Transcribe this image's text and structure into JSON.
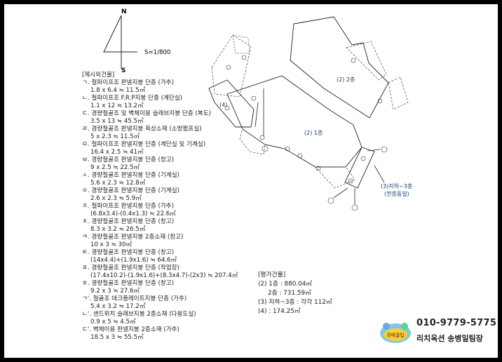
{
  "compass": {
    "north": "N",
    "south": "S"
  },
  "scale": "S=1/800",
  "extra_title": "[제시외건물]",
  "extra_items": [
    {
      "h": "ㄱ. 철파이프조 판넬지붕 단층 (가추)",
      "v": "1.8 x 6.4 ≒ 11.5㎡"
    },
    {
      "h": "ㄴ. 철파이프조 F.R.P지붕 단층 (계단실)",
      "v": "1.1 x 12 ≒ 13.2㎡"
    },
    {
      "h": "ㄷ. 경량철골조 및 벽체이용 슬래브지붕 단층 (복도)",
      "v": "3.5 x 13 ≒ 45.5㎡"
    },
    {
      "h": "ㄹ. 경량철골조 판넬지붕 옥상소재 (소방펌프실)",
      "v": "5 x 2.3 ≒ 11.5㎡"
    },
    {
      "h": "ㅁ. 철파이프조 판넬지붕 단층 (계단실 및 기계실)",
      "v": "16.4 x 2.5 ≒ 41㎡"
    },
    {
      "h": "ㅂ. 경량철골조 판넬지붕 단층 (창고)",
      "v": "9 x 2.5 ≒ 22.5㎡"
    },
    {
      "h": "ㅅ. 경량철골조 판넬지붕 단층 (기계실)",
      "v": "5.6 x 2.3 ≒ 12.8㎡"
    },
    {
      "h": "ㅇ. 경량철골조 판넬지붕 단층 (기계실)",
      "v": "2.6 x 2.3 ≒ 5.9㎡"
    },
    {
      "h": "ㅈ. 철파이프조 판넬지붕 단층 (가추)",
      "v": "(6.8x3.4)-(0.4x1.3) ≒ 22.6㎡"
    },
    {
      "h": "ㅊ. 경량철골조 판넬지붕 단층 (창고)",
      "v": "8.3 x 3.2 ≒ 26.5㎡"
    },
    {
      "h": "ㅋ. 경량철골조 판넬지붕 2층소재 (창고)",
      "v": "10 x 3 ≒ 30㎡"
    },
    {
      "h": "ㅌ. 경량철골조 판넬지붕 단층 (창고)",
      "v": "(14x4.4)+(1.9x1.6) ≒ 64.6㎡"
    },
    {
      "h": "ㅍ. 경량철골조 판넬지붕 단층 (작업장)",
      "v": "(17.4x10.2)-(1.9x1.6)+(8.3x4.7)-(2x3) ≒ 207.4㎡"
    },
    {
      "h": "ㅎ. 경량철골조 판넬지붕 단층 (창고)",
      "v": "9.2 x 3 ≒ 27.6㎡"
    },
    {
      "h": "ㄱ'. 철골조 데크플레이트지붕 단층 (가추)",
      "v": "5.4 x 3.2 ≒ 17.2㎡"
    },
    {
      "h": "ㄴ'. 샌드위치 슬래브지붕 2층소재 (다용도실)",
      "v": "0.9 x 5 ≒ 4.5㎡"
    },
    {
      "h": "ㄷ'. 벽체이용 판넬지붕 2층소재 (가추)",
      "v": "18.5 x 3 ≒ 55.5㎡"
    }
  ],
  "summary": {
    "title": "[평가건물]",
    "rows": [
      "(2) 1층 : 880.04㎡",
      "2층 : 731.59㎡",
      "(3) 지하~3층 : 각각 112㎡",
      "(4) : 174.25㎡"
    ]
  },
  "plan_labels": {
    "b2_floor2": "(2) 2층",
    "b2_floor1": "(2) 1층",
    "b4": "(4)",
    "b3": "(3)지하~3층",
    "b3_sub": "(전층동일)"
  },
  "contact": {
    "phone": "010-9779-5775",
    "shop": "리치옥션 송병일팀장",
    "logo_text": "경매꿀팁"
  },
  "colors": {
    "ink": "#222222",
    "label_blue": "#0b3a6e",
    "dash": "#444444"
  }
}
